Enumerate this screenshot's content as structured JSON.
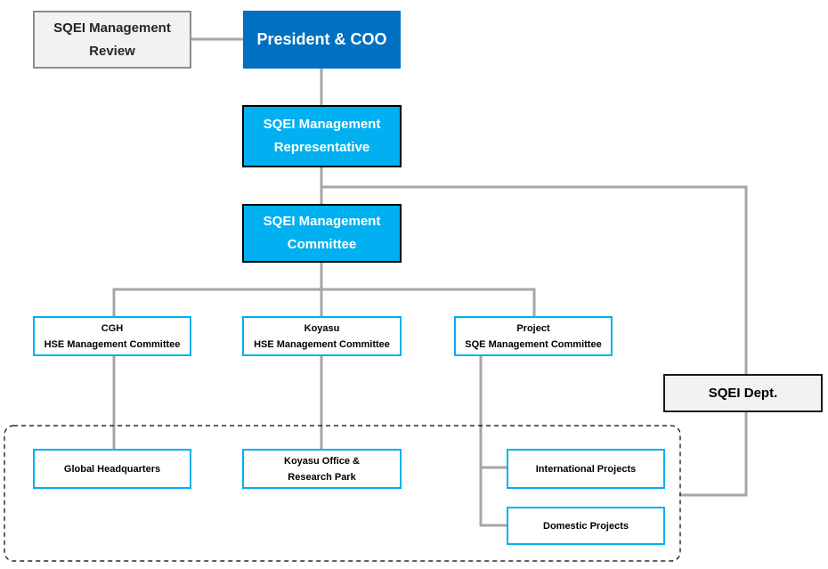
{
  "management_review": {
    "line1": "SQEI Management",
    "line2": "Review"
  },
  "president": {
    "label": "President & COO"
  },
  "representative": {
    "line1": "SQEI Management",
    "line2": "Representative"
  },
  "committee": {
    "line1": "SQEI Management",
    "line2": "Committee"
  },
  "sub_committees": [
    {
      "line1": "CGH",
      "line2": "HSE Management Committee"
    },
    {
      "line1": "Koyasu",
      "line2": "HSE Management Committee"
    },
    {
      "line1": "Project",
      "line2": "SQE Management Committee"
    }
  ],
  "sqei_dept": {
    "label": "SQEI Dept."
  },
  "units": {
    "global_hq": {
      "label": "Global Headquarters"
    },
    "koyasu_office": {
      "line1": "Koyasu Office &",
      "line2": "Research Park"
    },
    "international": {
      "label": "International Projects"
    },
    "domestic": {
      "label": "Domestic Projects"
    }
  },
  "colors": {
    "dark_blue": "#0070c0",
    "light_blue": "#00b0f0",
    "connector_gray": "#a6a6a6",
    "box_gray": "#f2f2f2"
  }
}
